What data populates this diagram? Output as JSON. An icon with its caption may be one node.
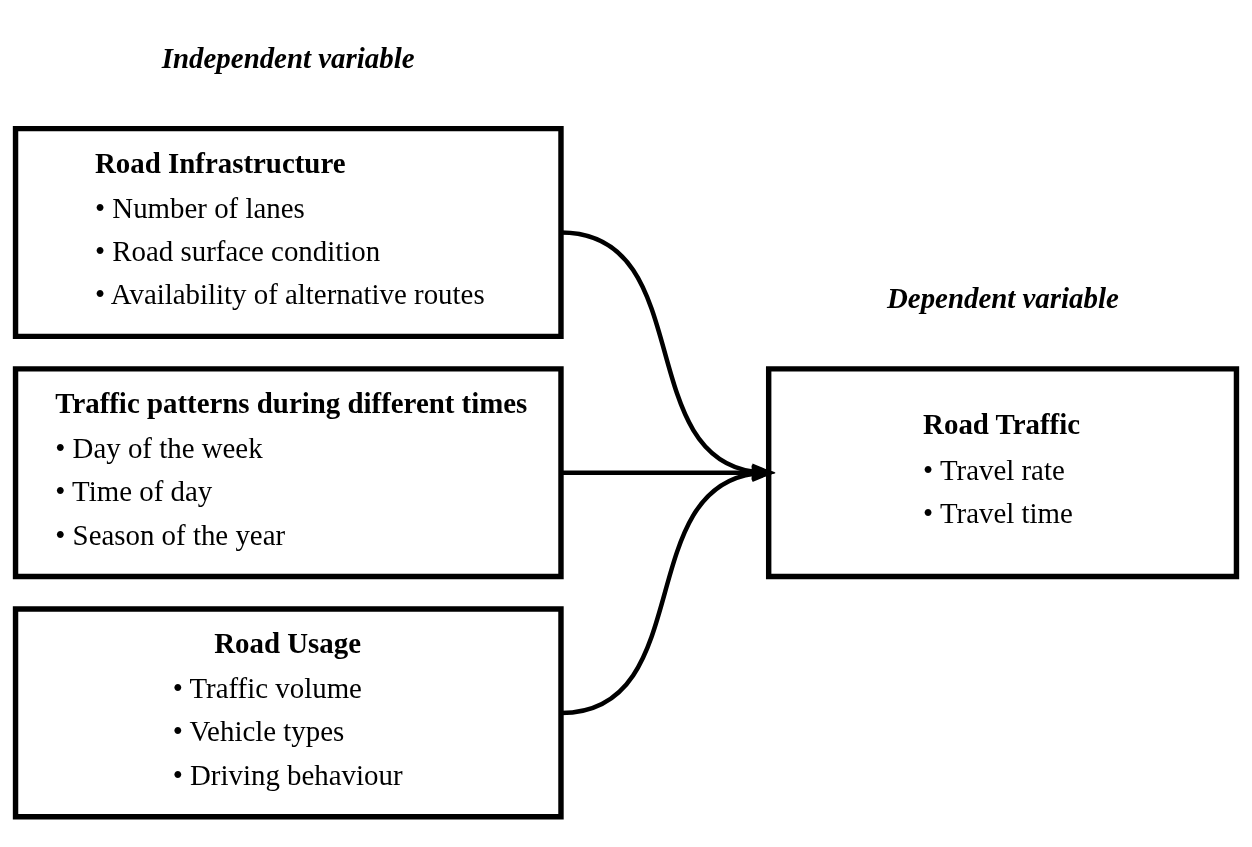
{
  "diagram": {
    "nodes": [
      {
        "text": [
          "Road Infrastructure",
          "• Number of lanes",
          "• Road surface condition",
          "• Availability of alternative routes"
        ]
      },
      {
        "text": [
          "Traffic patterns during different times",
          "• Day of the week",
          "• Time of day",
          "• Season of the year"
        ]
      },
      {
        "text": [
          "Road Usage",
          "• Traffic volume",
          "• Vehicle types",
          "• Driving behaviour"
        ]
      },
      {
        "text": [
          "Road Traffic",
          "• Travel rate",
          "• Travel time"
        ]
      }
    ],
    "edges": [
      {
        "from": 0,
        "to": 3,
        "arrow": "to"
      },
      {
        "from": 1,
        "to": 3,
        "arrow": "to"
      },
      {
        "from": 2,
        "to": 3,
        "arrow": "to"
      }
    ],
    "labels": [
      "Independent variable",
      "Dependent variable"
    ]
  }
}
